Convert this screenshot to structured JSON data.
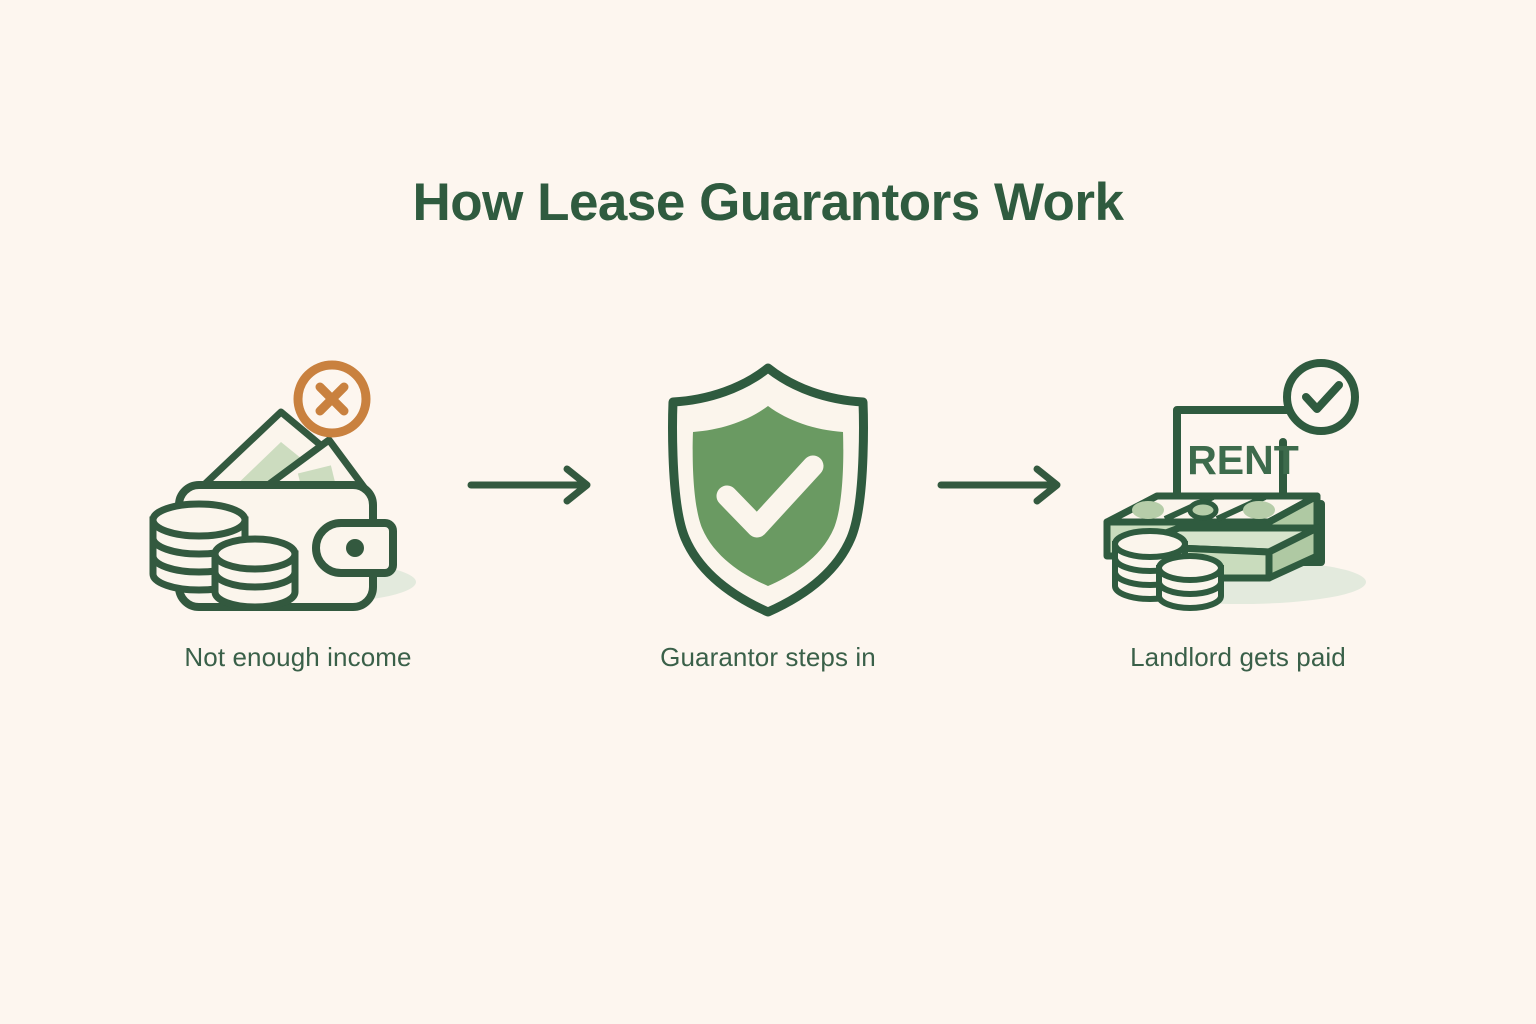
{
  "page": {
    "title": "How Lease Guarantors Work",
    "background_color": "#FDF6EF"
  },
  "colors": {
    "background": "#FDF6EF",
    "dark_green": "#2F5B3F",
    "outline_green": "#33593F",
    "label_green": "#3A6049",
    "mid_green": "#6A9A62",
    "sage_green": "#B9CFAF",
    "light_sage": "#CBDCC0",
    "shadow_green": "#E3EADD",
    "orange": "#C9813F",
    "cream": "#FBF5EC"
  },
  "steps": [
    {
      "label": "Not enough income",
      "icon": "wallet-with-coins-icon",
      "badge": "x-circle-badge",
      "badge_color": "#C9813F"
    },
    {
      "label": "Guarantor steps in",
      "icon": "shield-check-icon",
      "badge": null,
      "badge_color": "#2F5B3F"
    },
    {
      "label": "Landlord gets paid",
      "icon": "rent-receipt-with-cash-icon",
      "badge": "check-circle-badge",
      "badge_color": "#2F5B3F",
      "document_text": "RENT"
    }
  ],
  "connectors": [
    {
      "name": "arrow-step1-to-step2",
      "direction": "right"
    },
    {
      "name": "arrow-step2-to-step3",
      "direction": "right"
    }
  ]
}
